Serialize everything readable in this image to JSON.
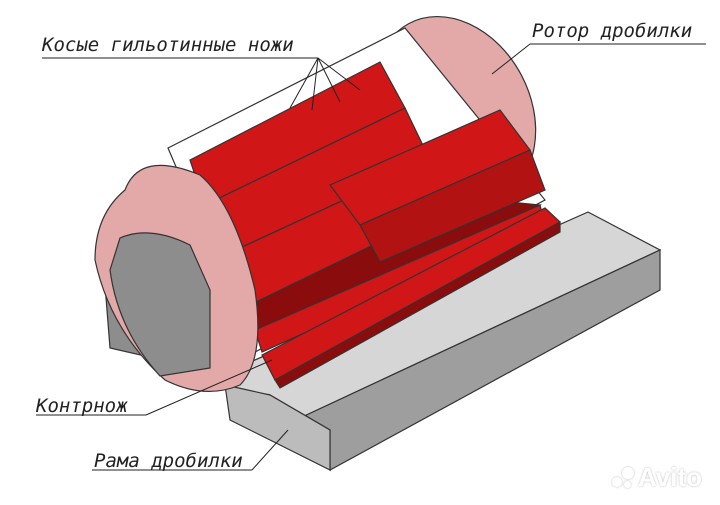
{
  "labels": {
    "knives": "Косые гильотинные ножи",
    "rotor": "Ротор дробилки",
    "counter_knife": "Контрнож",
    "frame": "Рама дробилки"
  },
  "watermark": {
    "text": "Avito"
  },
  "colors": {
    "rotor_red": "#d01616",
    "rotor_red_dark": "#8a0c0c",
    "disk_pink": "#e3a8a8",
    "frame_gray": "#b9b9b9",
    "frame_dark": "#6f6f6f"
  }
}
